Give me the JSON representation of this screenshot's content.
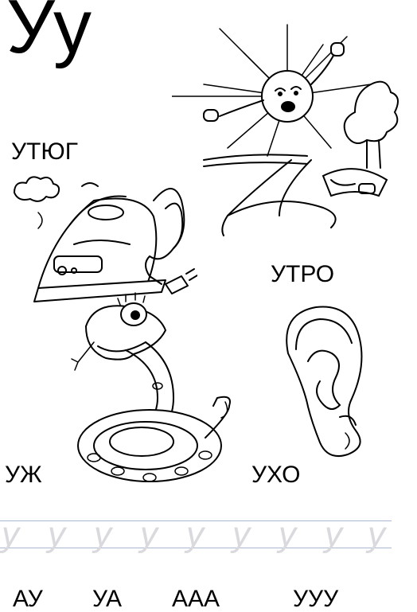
{
  "page": {
    "letter_title": "Уу"
  },
  "words": {
    "iron": "УТЮГ",
    "morning": "УТРО",
    "snake": "УЖ",
    "ear": "УХО"
  },
  "copybook": {
    "trace_letter": "у"
  },
  "syllables": {
    "s1": "АУ",
    "s2": "УА",
    "s3": "ААА",
    "s4": "УУУ"
  }
}
